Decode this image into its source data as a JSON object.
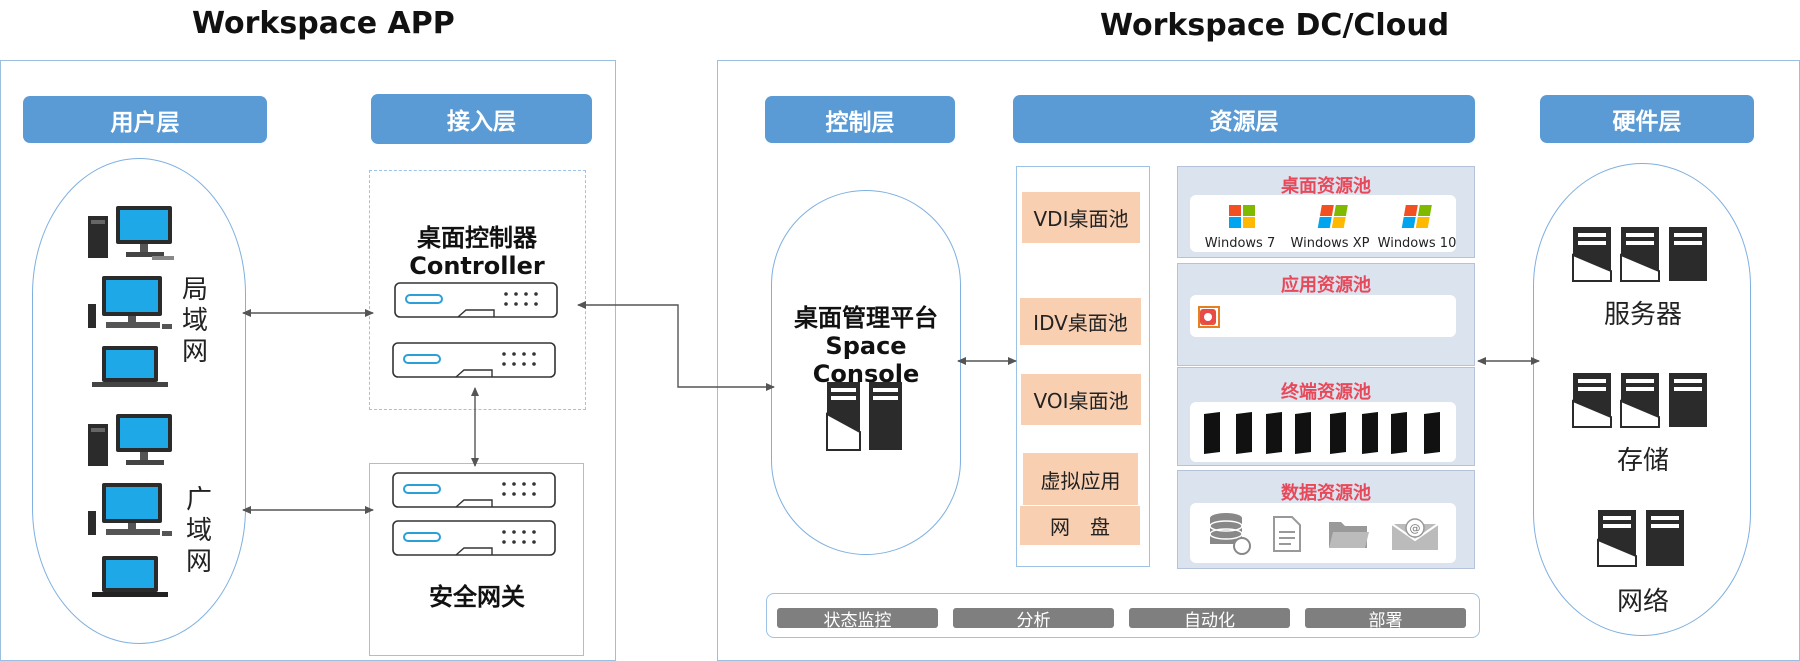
{
  "titles": {
    "left": "Workspace APP",
    "right": "Workspace DC/Cloud"
  },
  "layers": {
    "user": "用户层",
    "access": "接入层",
    "control": "控制层",
    "resource": "资源层",
    "hardware": "硬件层"
  },
  "user": {
    "lan": "局域网",
    "wan": "广域网"
  },
  "access": {
    "controller_cn": "桌面控制器",
    "controller_en": "Controller",
    "gateway": "安全网关"
  },
  "control": {
    "platform_cn": "桌面管理平台",
    "platform_en": "Space Console"
  },
  "resources": [
    "VDI桌面池",
    "IDV桌面池",
    "VOI桌面池",
    "虚拟应用",
    "网　盘"
  ],
  "pools": {
    "desktop": {
      "title": "桌面资源池",
      "os": [
        "Windows 7",
        "Windows XP",
        "Windows 10"
      ]
    },
    "app": {
      "title": "应用资源池"
    },
    "terminal": {
      "title": "终端资源池"
    },
    "data": {
      "title": "数据资源池"
    }
  },
  "hardware": {
    "server": "服务器",
    "storage": "存储",
    "network": "网络"
  },
  "bottom": [
    "状态监控",
    "分析",
    "自动化",
    "部署"
  ],
  "colors": {
    "header": "#5b9bd5",
    "pool_title": "#e8495a",
    "resource_box": "#f9cfb1",
    "bar": "#7f7f7f"
  }
}
